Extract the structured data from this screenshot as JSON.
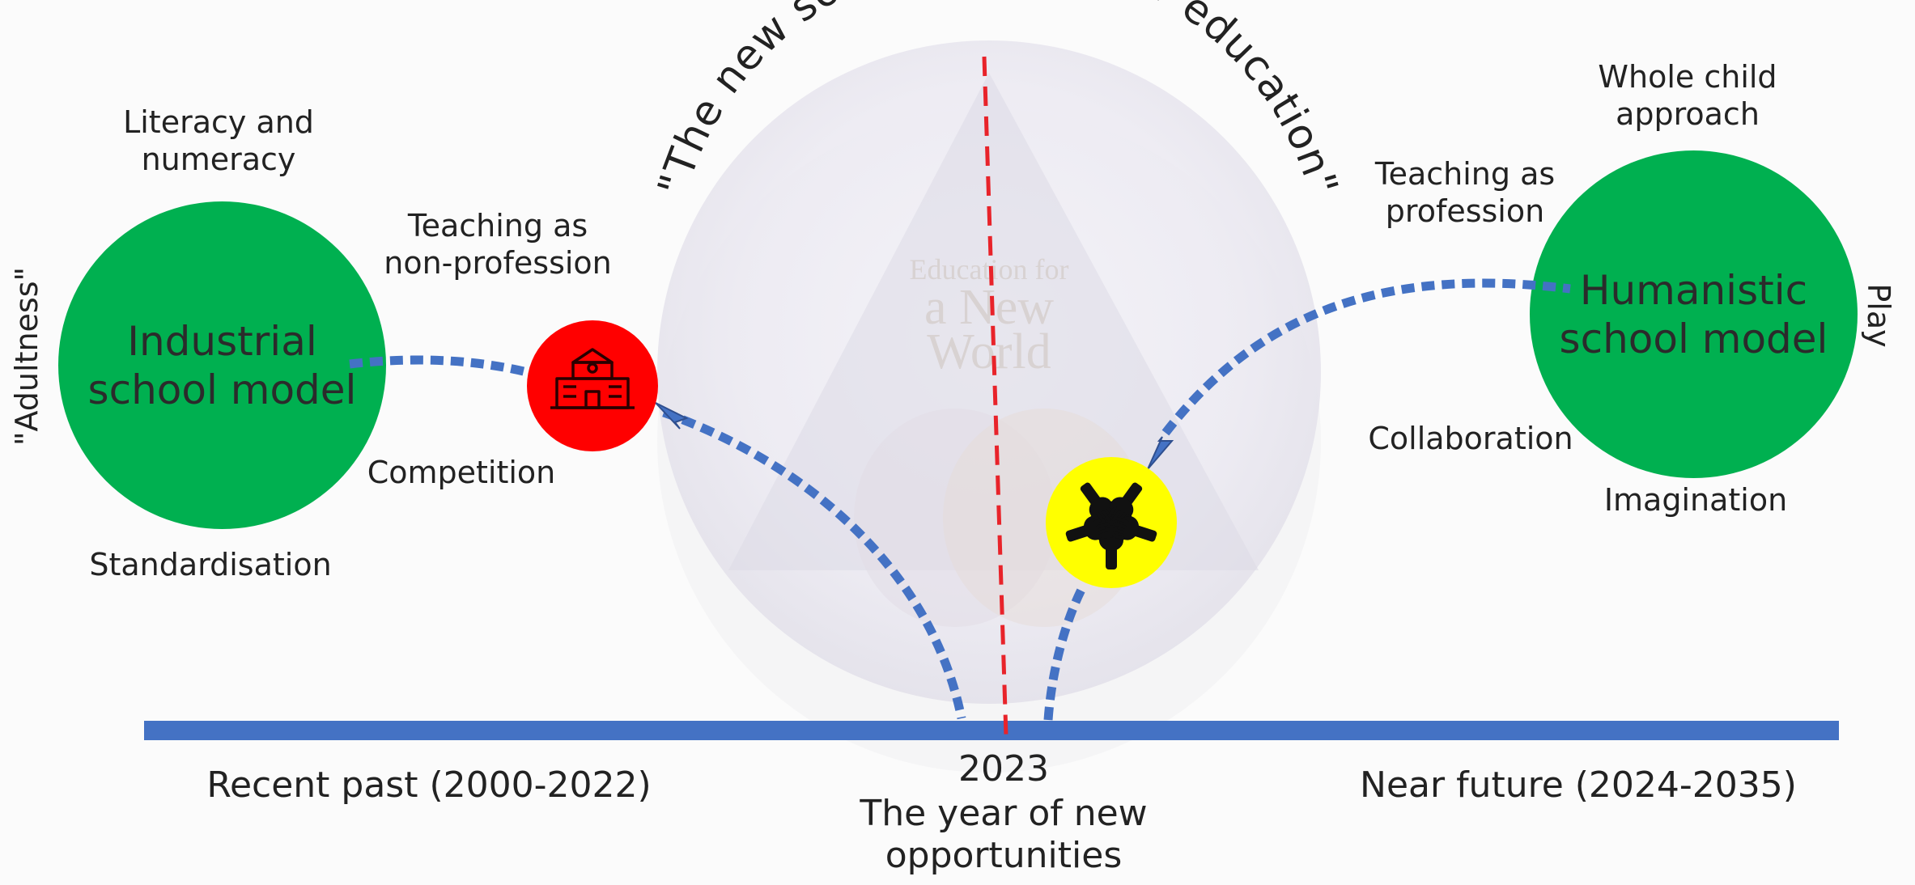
{
  "arc_title": "\"The new social contract for education\"",
  "background_logo": {
    "line1": "Education for",
    "line2": "a New",
    "line3": "World"
  },
  "left_model": {
    "line1": "Industrial",
    "line2": "school model"
  },
  "right_model": {
    "line1": "Humanistic",
    "line2": "school model"
  },
  "left_labels": {
    "literacy": {
      "line1": "Literacy and",
      "line2": "numeracy"
    },
    "teaching": {
      "line1": "Teaching as",
      "line2": "non-profession"
    },
    "competition": "Competition",
    "standardisation": "Standardisation",
    "adultness": "\"Adultness\""
  },
  "right_labels": {
    "whole_child": {
      "line1": "Whole child",
      "line2": "approach"
    },
    "teaching": {
      "line1": "Teaching as",
      "line2": "profession"
    },
    "collaboration": "Collaboration",
    "imagination": "Imagination",
    "play": "Play"
  },
  "timeline": {
    "past": "Recent past (2000-2022)",
    "year": "2023",
    "year_caption": {
      "line1": "The year of new",
      "line2": "opportunities"
    },
    "future": "Near future (2024-2035)"
  },
  "colors": {
    "green": "#00b050",
    "red": "#ff0000",
    "yellow": "#ffff00",
    "blue": "#4472c4",
    "divider": "#e8232a"
  },
  "icons": {
    "school": "school-building-icon",
    "hands": "joined-hands-icon"
  }
}
